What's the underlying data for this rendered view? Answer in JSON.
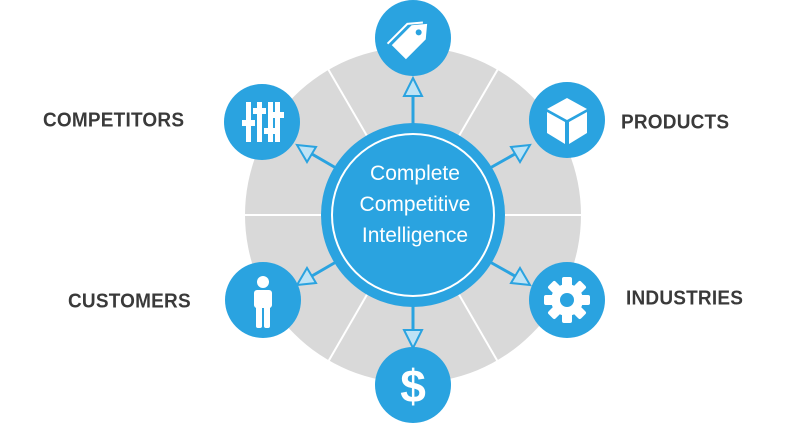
{
  "center": {
    "lines": [
      "Complete",
      "Competitive",
      "Intelligence"
    ]
  },
  "nodes": [
    {
      "key": "top",
      "icon": "price-tag-icon",
      "label": ""
    },
    {
      "key": "products",
      "icon": "box-icon",
      "label": "PRODUCTS"
    },
    {
      "key": "industries",
      "icon": "gear-icon",
      "label": "INDUSTRIES"
    },
    {
      "key": "bottom",
      "icon": "dollar-sign-icon",
      "label": "$"
    },
    {
      "key": "customers",
      "icon": "person-icon",
      "label": "CUSTOMERS"
    },
    {
      "key": "competitors",
      "icon": "sliders-icon",
      "label": "COMPETITORS"
    }
  ],
  "colors": {
    "accent": "#2aa3e0",
    "ring": "#d9d9d9",
    "text": "#3a3a3a"
  }
}
